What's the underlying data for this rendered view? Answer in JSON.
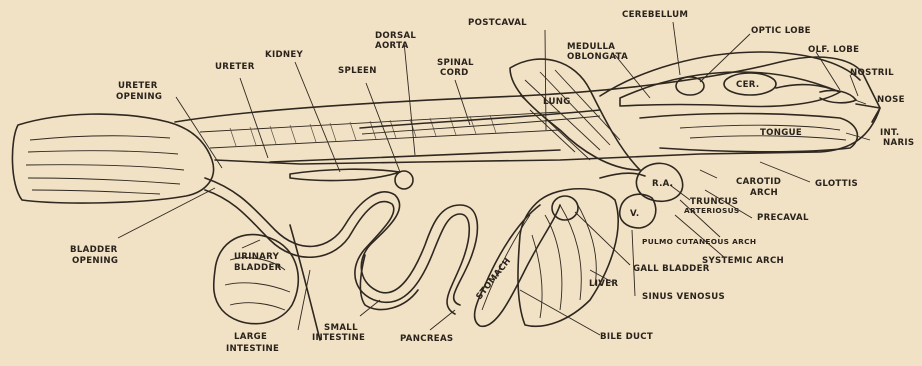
{
  "labels": {
    "cerebellum": "CEREBELLUM",
    "postcaval": "POSTCAVAL",
    "optic_lobe": "OPTIC LOBE",
    "dorsal_1": "DORSAL",
    "dorsal_2": "AORTA",
    "medulla_1": "MEDULLA",
    "medulla_2": "OBLONGATA",
    "olf_lobe": "OLF. LOBE",
    "kidney": "KIDNEY",
    "ureter": "URETER",
    "spleen": "SPLEEN",
    "spinal_1": "SPINAL",
    "spinal_2": "CORD",
    "nostril": "NOSTRIL",
    "cer": "CER.",
    "lung": "LUNG",
    "nose": "NOSE",
    "ureter_open_1": "URETER",
    "ureter_open_2": "OPENING",
    "tongue": "TONGUE",
    "int_naris_1": "INT.",
    "int_naris_2": "NARIS",
    "ra": "R.A.",
    "carotid_1": "CAROTID",
    "carotid_2": "ARCH",
    "glottis": "GLOTTIS",
    "v": "V.",
    "truncus_1": "TRUNCUS",
    "truncus_2": "ARTERIOSUS",
    "precaval": "PRECAVAL",
    "bladder_open_1": "BLADDER",
    "bladder_open_2": "OPENING",
    "pulmo": "PULMO CUTANEOUS ARCH",
    "urinary_1": "URINARY",
    "urinary_2": "BLADDER",
    "systemic": "SYSTEMIC ARCH",
    "gall": "GALL BLADDER",
    "stomach": "STOMACH",
    "liver": "LIVER",
    "sinus": "SINUS VENOSUS",
    "large_1": "LARGE",
    "large_2": "INTESTINE",
    "small_1": "SMALL",
    "small_2": "INTESTINE",
    "pancreas": "PANCREAS",
    "bile": "BILE DUCT"
  }
}
